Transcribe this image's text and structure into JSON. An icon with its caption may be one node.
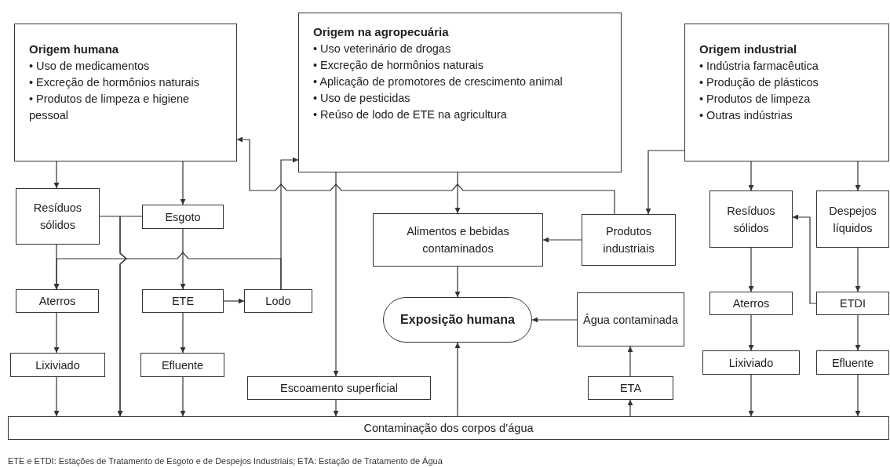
{
  "diagram": {
    "caption": "ETE e ETDI: Estações de Tratamento de Esgoto e de Despejos Industriais; ETA: Estação de Tratamento de Água",
    "nodes": [
      {
        "text": [
          "Origem humana",
          "• Uso de medicamentos",
          "• Excreção de hormônios naturais",
          "• Produtos de limpeza e higiene pessoal"
        ]
      },
      {
        "text": [
          "Origem na agropecuária",
          "• Uso veterinário de drogas",
          "• Excreção de hormônios naturais",
          "• Aplicação de promotores de crescimento animal",
          "• Uso de pesticidas",
          "• Reúso de lodo de ETE na agricultura"
        ]
      },
      {
        "text": [
          "Origem industrial",
          "• Indústria farmacêutica",
          "• Produção de plásticos",
          "• Produtos de limpeza",
          "• Outras indústrias"
        ]
      },
      {
        "text": [
          "Resíduos sólidos"
        ]
      },
      {
        "text": [
          "Esgoto"
        ]
      },
      {
        "text": [
          "Alimentos e bebidas contaminados"
        ]
      },
      {
        "text": [
          "Produtos industriais"
        ]
      },
      {
        "text": [
          "Resíduos sólidos"
        ]
      },
      {
        "text": [
          "Despejos líquidos"
        ]
      },
      {
        "text": [
          "Aterros"
        ]
      },
      {
        "text": [
          "ETE"
        ]
      },
      {
        "text": [
          "Lodo"
        ]
      },
      {
        "text": [
          "Exposição humana"
        ]
      },
      {
        "text": [
          "Água contaminada"
        ]
      },
      {
        "text": [
          "Aterros"
        ]
      },
      {
        "text": [
          "ETDI"
        ]
      },
      {
        "text": [
          "Lixiviado"
        ]
      },
      {
        "text": [
          "Efluente"
        ]
      },
      {
        "text": [
          "Escoamento superficial"
        ]
      },
      {
        "text": [
          "ETA"
        ]
      },
      {
        "text": [
          "Lixiviado"
        ]
      },
      {
        "text": [
          "Efluente"
        ]
      },
      {
        "text": [
          "Contaminação dos corpos d’água"
        ]
      }
    ],
    "edges": [
      {
        "from": 0,
        "to": 3,
        "arrow": "to"
      },
      {
        "from": 0,
        "to": 4,
        "arrow": "to"
      },
      {
        "from": 3,
        "to": 22,
        "arrow": "to"
      },
      {
        "from": 4,
        "to": 22,
        "arrow": "to"
      },
      {
        "from": 3,
        "to": 9,
        "arrow": "to"
      },
      {
        "from": 9,
        "to": 16,
        "arrow": "to"
      },
      {
        "from": 16,
        "to": 22,
        "arrow": "to"
      },
      {
        "from": 4,
        "to": 10,
        "arrow": "to"
      },
      {
        "from": 10,
        "to": 17,
        "arrow": "to"
      },
      {
        "from": 17,
        "to": 22,
        "arrow": "to"
      },
      {
        "from": 10,
        "to": 11,
        "arrow": "to"
      },
      {
        "from": 11,
        "to": 9,
        "arrow": "to"
      },
      {
        "from": 11,
        "to": 1,
        "arrow": "to"
      },
      {
        "from": 1,
        "to": 18,
        "arrow": "to"
      },
      {
        "from": 1,
        "to": 5,
        "arrow": "to"
      },
      {
        "from": 6,
        "to": 5,
        "arrow": "to"
      },
      {
        "from": 6,
        "to": 0,
        "arrow": "to"
      },
      {
        "from": 2,
        "to": 6,
        "arrow": "to"
      },
      {
        "from": 5,
        "to": 12,
        "arrow": "to"
      },
      {
        "from": 22,
        "to": 12,
        "arrow": "to"
      },
      {
        "from": 13,
        "to": 12,
        "arrow": "to"
      },
      {
        "from": 22,
        "to": 19,
        "arrow": "to"
      },
      {
        "from": 19,
        "to": 13,
        "arrow": "to"
      },
      {
        "from": 18,
        "to": 22,
        "arrow": "to"
      },
      {
        "from": 2,
        "to": 7,
        "arrow": "to"
      },
      {
        "from": 2,
        "to": 8,
        "arrow": "to"
      },
      {
        "from": 7,
        "to": 14,
        "arrow": "to"
      },
      {
        "from": 14,
        "to": 20,
        "arrow": "to"
      },
      {
        "from": 20,
        "to": 22,
        "arrow": "to"
      },
      {
        "from": 8,
        "to": 15,
        "arrow": "to"
      },
      {
        "from": 15,
        "to": 21,
        "arrow": "to"
      },
      {
        "from": 21,
        "to": 22,
        "arrow": "to"
      },
      {
        "from": 15,
        "to": 7,
        "arrow": "to"
      }
    ]
  }
}
